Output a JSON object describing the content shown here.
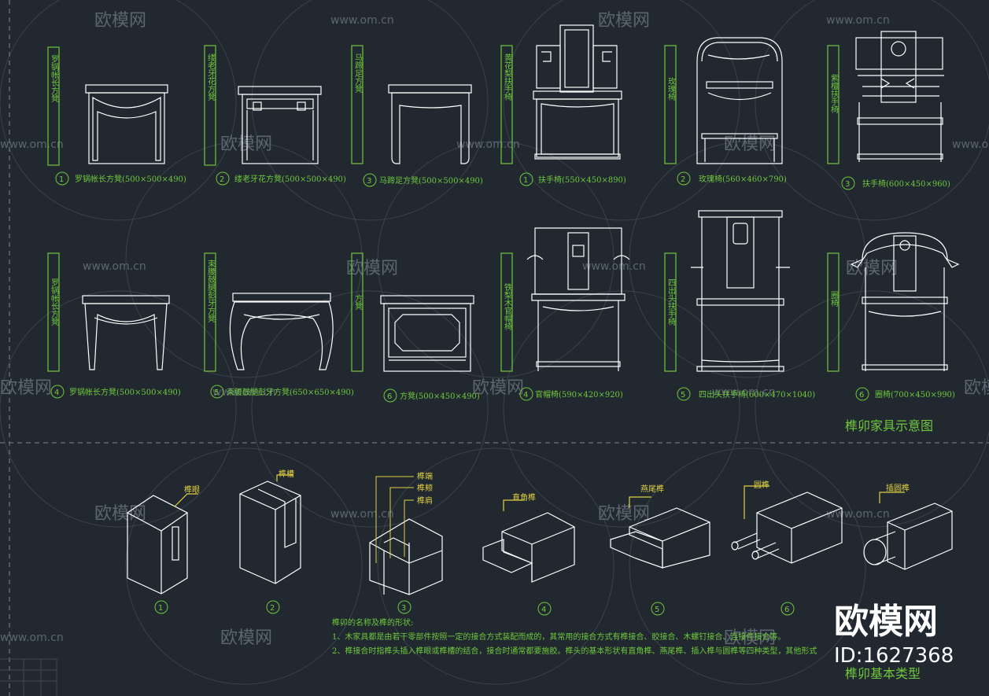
{
  "watermark": {
    "brand": "欧模网",
    "url": "www.om.cn"
  },
  "badge": {
    "brand": "欧模网",
    "id": "ID:1627368"
  },
  "section_titles": {
    "top": "榫卯家具示意图",
    "bottom": "榫卯基本类型"
  },
  "row1": [
    {
      "side": "罗锅帐长方凳",
      "caption": "罗锅帐长方凳(500×500×490)",
      "num": "1"
    },
    {
      "side": "缕老牙花方凳",
      "caption": "缕老牙花方凳(500×500×490)",
      "num": "2"
    },
    {
      "side": "马蹄足方凳",
      "caption": "马蹄足方凳(500×500×490)",
      "num": "3"
    },
    {
      "side": "黄花梨扶手椅",
      "caption": "扶手椅(550×450×890)",
      "num": "1"
    },
    {
      "side": "玫瑰椅",
      "caption": "玫瑰椅(560×460×790)",
      "num": "2"
    },
    {
      "side": "紫檀扶手椅",
      "caption": "扶手椅(600×450×960)",
      "num": "3"
    }
  ],
  "row2": [
    {
      "side": "罗锅帐长方凳",
      "caption": "罗锅帐长方凳(500×500×490)",
      "num": "4"
    },
    {
      "side": "束腰鼓腿彭牙方凳",
      "caption": "束腰鼓腿彭牙方凳(650×650×490)",
      "num": "5"
    },
    {
      "side": "方凳",
      "caption": "方凳(500×450×490)",
      "num": "6"
    },
    {
      "side": "铁梨木官帽椅",
      "caption": "官帽椅(590×420×920)",
      "num": "4"
    },
    {
      "side": "四出头扶手椅",
      "caption": "四出头扶手椅(600×470×1040)",
      "num": "5"
    },
    {
      "side": "圈椅",
      "caption": "圈椅(700×450×990)",
      "num": "6"
    }
  ],
  "joints": [
    {
      "num": "1",
      "labels": [
        "榫眼"
      ]
    },
    {
      "num": "2",
      "labels": [
        "榫槽"
      ]
    },
    {
      "num": "3",
      "labels": [
        "榫端",
        "榫颊",
        "榫肩"
      ]
    },
    {
      "num": "4",
      "labels": [
        "直角榫"
      ]
    },
    {
      "num": "5",
      "labels": [
        "燕尾榫"
      ]
    },
    {
      "num": "6",
      "labels": [
        "圆榫"
      ]
    },
    {
      "num": "",
      "labels": [
        "插圆榫"
      ]
    }
  ],
  "notes": {
    "title": "榫卯的名称及榫的形状:",
    "line1": "1、木家具都是由若干零部件按照一定的接合方式装配而成的，其常用的接合方式有榫接合、胶接合、木螺钉接合、连接件接合等。",
    "line2": "2、榫接合时指榫头插入榫眼或榫槽的结合，接合时通常都要施胶。榫头的基本形状有直角榫、燕尾榫、插入榫与圆榫等四种类型，其他形式"
  },
  "colors": {
    "background": "#212830",
    "annotation": "#6fc83c",
    "drawing": "#ffffff",
    "leader": "#e0d040"
  }
}
